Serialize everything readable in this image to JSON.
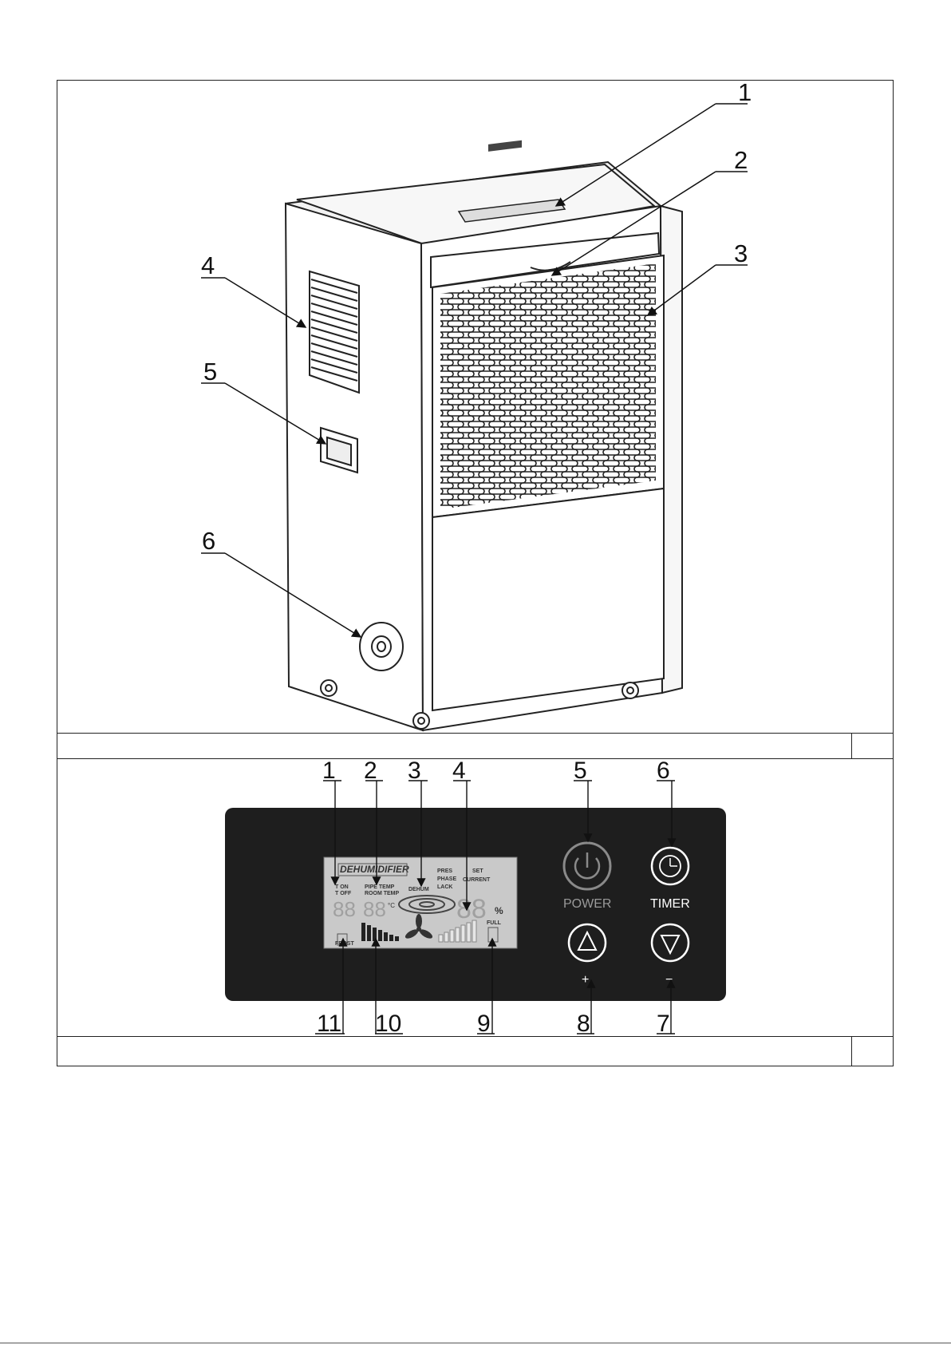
{
  "figure1": {
    "callouts": [
      "1",
      "2",
      "3",
      "4",
      "5",
      "6"
    ],
    "caption": "",
    "caption_num": ""
  },
  "figure2": {
    "top_callouts": [
      "1",
      "2",
      "3",
      "4",
      "5",
      "6"
    ],
    "bottom_callouts": [
      "11",
      "10",
      "9",
      "8",
      "7"
    ],
    "lcd": {
      "brand": "DEHUMIDIFIER",
      "t_on": "T ON",
      "t_off": "T OFF",
      "pipe_temp": "PIPE TEMP",
      "room_temp": "ROOM TEMP",
      "dehum": "DEHUM",
      "pres": "PRES",
      "phase": "PHASE",
      "lack": "LACK",
      "set": "SET",
      "current": "CURRENT",
      "digits_left": "88",
      "digits_mid": "88",
      "digits_right": "88",
      "deg_c": "°C",
      "percent": "%",
      "frost": "FROST",
      "full": "FULL"
    },
    "buttons": {
      "power_label": "POWER",
      "timer_label": "TIMER",
      "plus_label": "+",
      "minus_label": "−"
    },
    "colors": {
      "panel": "#1e1e1e",
      "lcd": "#c9c9c9",
      "power_label": "#9a9a9a",
      "timer_label": "#ffffff"
    },
    "caption": "",
    "caption_num": ""
  }
}
